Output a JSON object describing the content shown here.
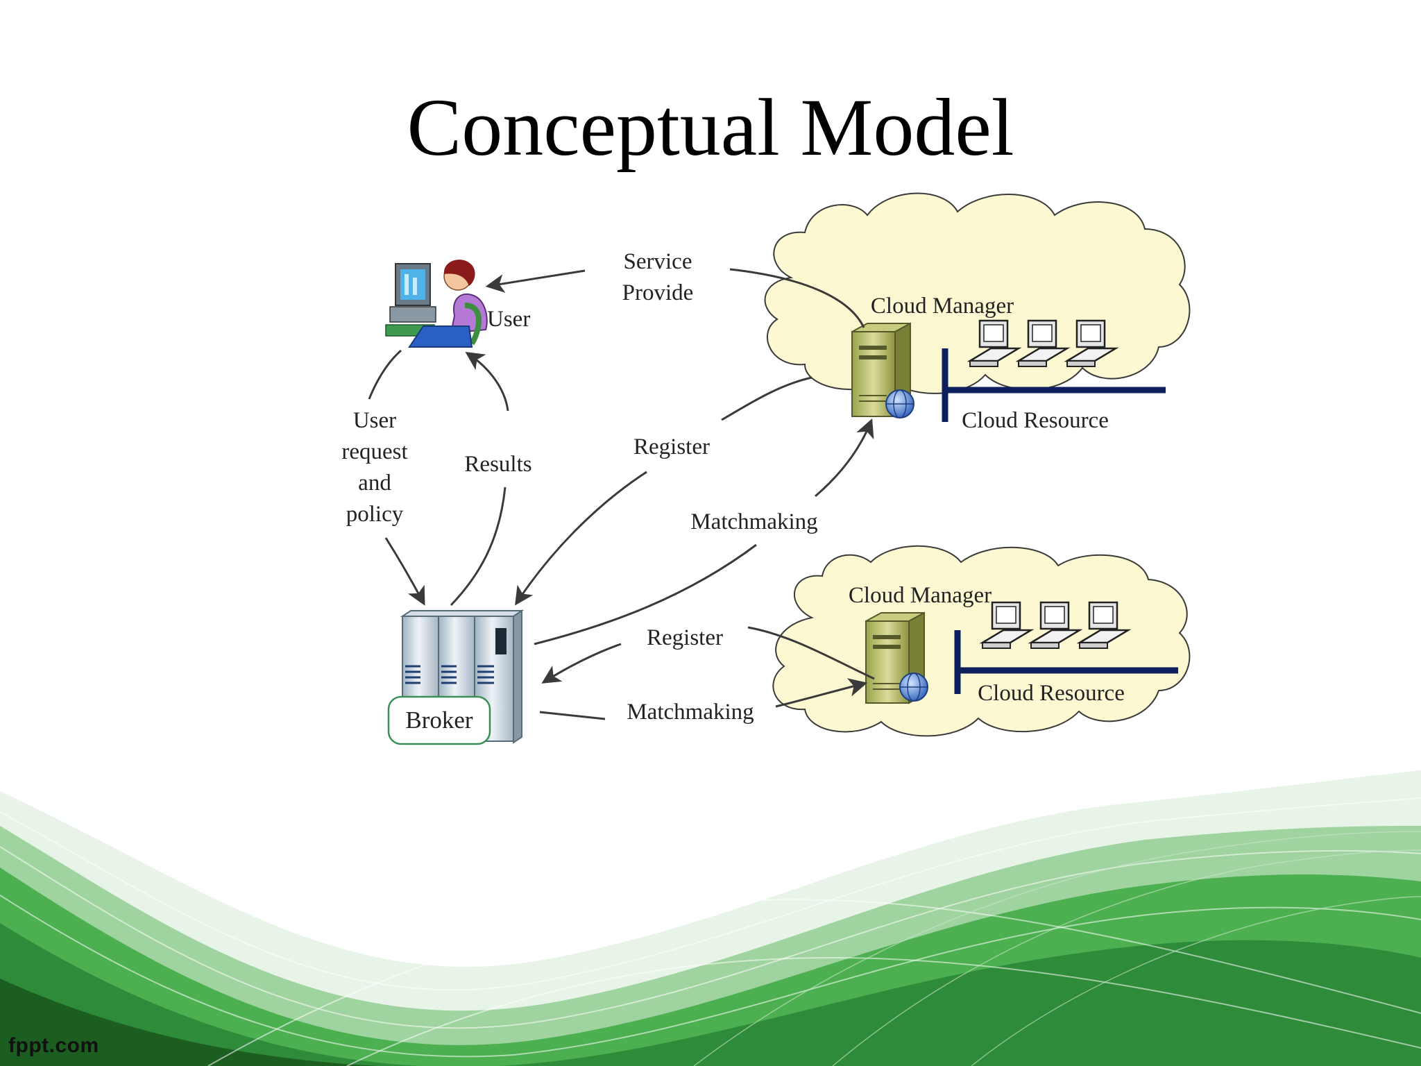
{
  "slide": {
    "title": "Conceptual Model",
    "brand": "fppt.com"
  },
  "diagram": {
    "nodes": {
      "user": {
        "label": "User",
        "icon": "user-at-computer-icon"
      },
      "broker": {
        "label": "Broker",
        "icon": "server-rack-icon"
      },
      "cloud_top": {
        "manager_label": "Cloud Manager",
        "resource_label": "Cloud Resource",
        "icon": "cloud-icon"
      },
      "cloud_bottom": {
        "manager_label": "Cloud Manager",
        "resource_label": "Cloud Resource",
        "icon": "cloud-icon"
      }
    },
    "edges": {
      "service_provide_line1": "Service",
      "service_provide_line2": "Provide",
      "user_request_line1": "User",
      "user_request_line2": "request",
      "user_request_line3": "and",
      "user_request_line4": "policy",
      "results": "Results",
      "register_top": "Register",
      "matchmaking_top": "Matchmaking",
      "register_bottom": "Register",
      "matchmaking_bottom": "Matchmaking"
    }
  },
  "colors": {
    "cloud_fill": "#fbf8d2",
    "cloud_stroke": "#3a3a3a",
    "resource_bar": "#0d1f5c",
    "arrow": "#3a3a3a",
    "wave_green": "#2e8b3a"
  }
}
